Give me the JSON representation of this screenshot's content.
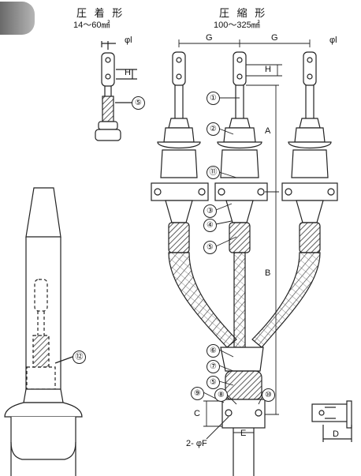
{
  "header": {
    "crimp_title": "圧 着 形",
    "crimp_range": "14〜60㎟",
    "compress_title": "圧 縮 形",
    "compress_range": "100〜325㎟"
  },
  "dimensions": {
    "g": "G",
    "phi_l": "φl",
    "h": "H",
    "a": "A",
    "b": "B",
    "c": "C",
    "d": "D",
    "e": "E",
    "phi_f": "2- φF"
  },
  "callouts": [
    "①",
    "②",
    "③",
    "④",
    "⑤",
    "⑥",
    "⑦",
    "⑧",
    "⑨",
    "⑩",
    "⑪",
    "⑫"
  ],
  "colors": {
    "line": "#222222",
    "hatch": "#444444",
    "tab": "#8a8a8a"
  }
}
